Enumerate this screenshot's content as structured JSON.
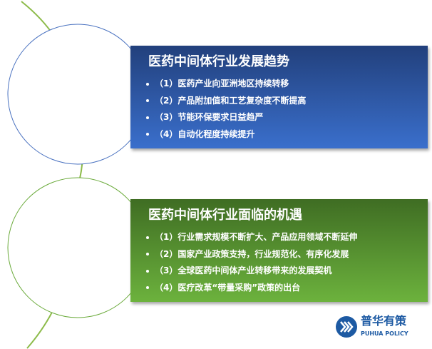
{
  "sections": [
    {
      "title": "医药中间体行业发展趋势",
      "color": "#2d56a6",
      "items": [
        "（1）医药产业向亚洲地区持续转移",
        "（2）产品附加值和工艺复杂度不断提高",
        "（3）节能环保要求日益趋严",
        "（4）自动化程度持续提升"
      ]
    },
    {
      "title": "医药中间体行业面临的机遇",
      "color": "#56902f",
      "items": [
        "（1）行业需求规模不断扩大、产品应用领域不断延伸",
        "（2）国家产业政策支持，行业规范化、有序化发展",
        "（3）全球医药中间体产业转移带来的发展契机",
        "（4）医疗改革“带量采购”政策的出台"
      ]
    }
  ],
  "watermark": {
    "name": "普华有策",
    "sub": "PUHUA POLICY"
  }
}
